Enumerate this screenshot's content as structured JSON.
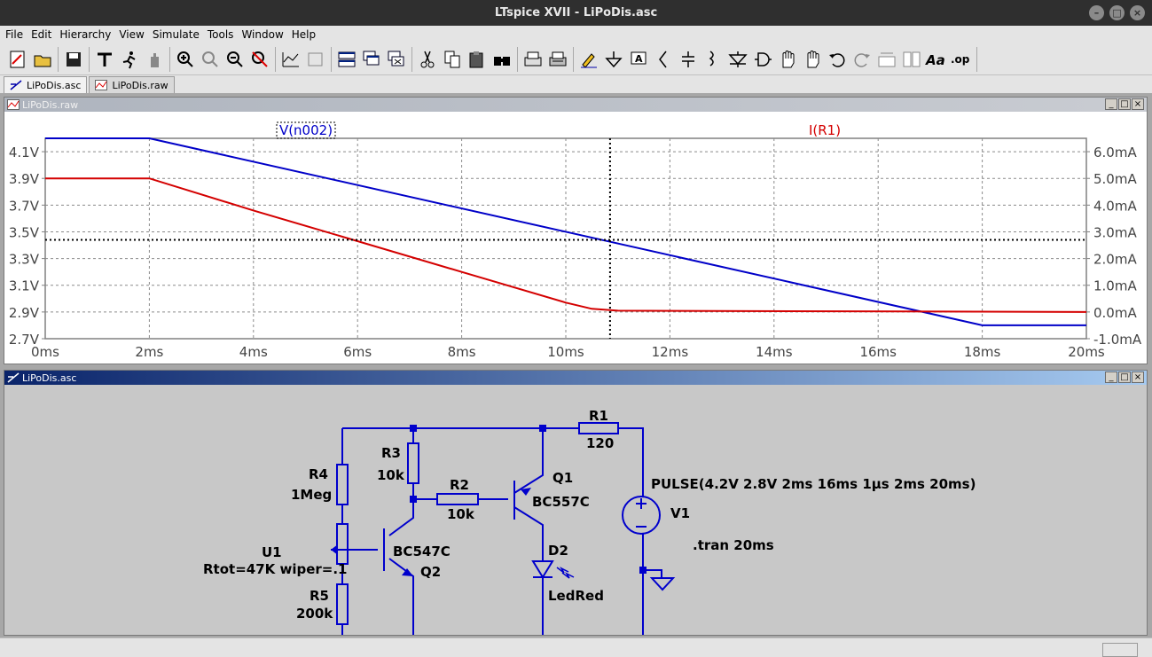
{
  "window": {
    "title": "LTspice XVII - LiPoDis.asc",
    "min_glyph": "–",
    "max_glyph": "□",
    "close_glyph": "×"
  },
  "menu": [
    "File",
    "Edit",
    "Hierarchy",
    "View",
    "Simulate",
    "Tools",
    "Window",
    "Help"
  ],
  "toolbar_icons": [
    "new-schematic-icon",
    "open-icon",
    "save-icon",
    "control-panel-icon",
    "run-icon",
    "halt-icon",
    "zoom-in-icon",
    "pan-icon",
    "zoom-out-icon",
    "zoom-cancel-icon",
    "autorange-icon",
    "restore-icon",
    "tile-horizontal-icon",
    "cascade-icon",
    "close-all-icon",
    "cut-icon",
    "copy-icon",
    "paste-icon",
    "find-icon",
    "print-setup-icon",
    "print-icon",
    "draw-wire-icon",
    "ground-icon",
    "label-net-icon",
    "resistor-icon",
    "capacitor-icon",
    "inductor-icon",
    "diode-icon",
    "component-icon",
    "move-icon",
    "drag-icon",
    "undo-icon",
    "redo-icon",
    "rotate-icon",
    "mirror-icon",
    "text-icon",
    "spice-directive-icon"
  ],
  "toolbar_text": {
    "text_tool": "Aa",
    "directive_tool": ".op"
  },
  "tabs": [
    {
      "label": "LiPoDis.asc",
      "active": true
    },
    {
      "label": "LiPoDis.raw",
      "active": false
    }
  ],
  "waveform_window": {
    "title": "LiPoDis.raw"
  },
  "schematic_window": {
    "title": "LiPoDis.asc"
  },
  "chart_data": {
    "type": "line",
    "title": "",
    "xlabel": "",
    "x_ticks": [
      "0ms",
      "2ms",
      "4ms",
      "6ms",
      "8ms",
      "10ms",
      "12ms",
      "14ms",
      "16ms",
      "18ms",
      "20ms"
    ],
    "y_left_ticks": [
      "4.1V",
      "3.9V",
      "3.7V",
      "3.5V",
      "3.3V",
      "3.1V",
      "2.9V",
      "2.7V"
    ],
    "y_right_ticks": [
      "6.0mA",
      "5.0mA",
      "4.0mA",
      "3.0mA",
      "2.0mA",
      "1.0mA",
      "0.0mA",
      "-1.0mA"
    ],
    "xlim": [
      0,
      20
    ],
    "ylim_left": [
      2.7,
      4.2
    ],
    "ylim_right": [
      -1.0,
      6.5
    ],
    "grid": true,
    "cursor": {
      "x": 10.85,
      "y": 3.44
    },
    "series": [
      {
        "name": "V(n002)",
        "axis": "left",
        "color": "#0000c8",
        "x": [
          0,
          2,
          18,
          20
        ],
        "y": [
          4.2,
          4.2,
          2.8,
          2.8
        ]
      },
      {
        "name": "I(R1)",
        "axis": "right",
        "color": "#d40000",
        "x": [
          0,
          2,
          4,
          6,
          8,
          10,
          10.5,
          11,
          20
        ],
        "y": [
          5.0,
          5.0,
          3.8,
          2.65,
          1.5,
          0.35,
          0.12,
          0.05,
          0.0
        ]
      }
    ]
  },
  "schematic": {
    "labels": {
      "r1_name": "R1",
      "r1_value": "120",
      "r2_name": "R2",
      "r2_value": "10k",
      "r3_name": "R3",
      "r3_value": "10k",
      "r4_name": "R4",
      "r4_value": "1Meg",
      "r5_name": "R5",
      "r5_value": "200k",
      "u1_name": "U1",
      "u1_value": "Rtot=47K wiper=.1",
      "q1_name": "Q1",
      "q1_value": "BC557C",
      "q2_name": "Q2",
      "q2_value": "BC547C",
      "d2_name": "D2",
      "d2_value": "LedRed",
      "v1_name": "V1",
      "v1_value": "PULSE(4.2V 2.8V 2ms 16ms 1µs 2ms 20ms)",
      "directive": ".tran 20ms"
    }
  }
}
